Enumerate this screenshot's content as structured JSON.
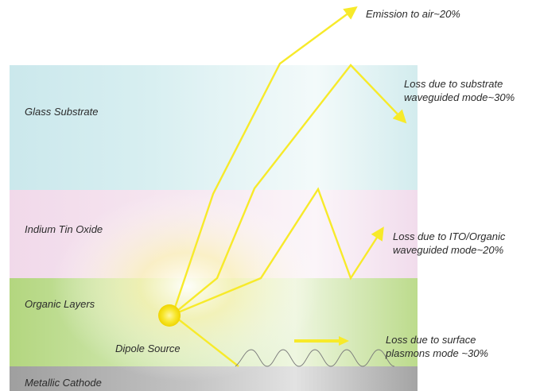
{
  "layers": {
    "glass": "Glass Substrate",
    "ito": "Indium Tin Oxide",
    "organic": "Organic Layers",
    "cathode": "Metallic Cathode"
  },
  "source_label": "Dipole Source",
  "annotations": {
    "air": "Emission to air~20%",
    "substrate_line1": "Loss due to substrate",
    "substrate_line2": "waveguided mode~30%",
    "ito_line1": "Loss due to ITO/Organic",
    "ito_line2": "waveguided mode~20%",
    "plasmon_line1": "Loss due to surface",
    "plasmon_line2": "plasmons mode ~30%"
  },
  "colors": {
    "glass": "#cfe9ec",
    "ito": "#f2dcec",
    "organic": "#b9d98a",
    "cathode": "#a9a9a9",
    "ray": "#f7ea2a",
    "text": "#2b2b2b"
  }
}
